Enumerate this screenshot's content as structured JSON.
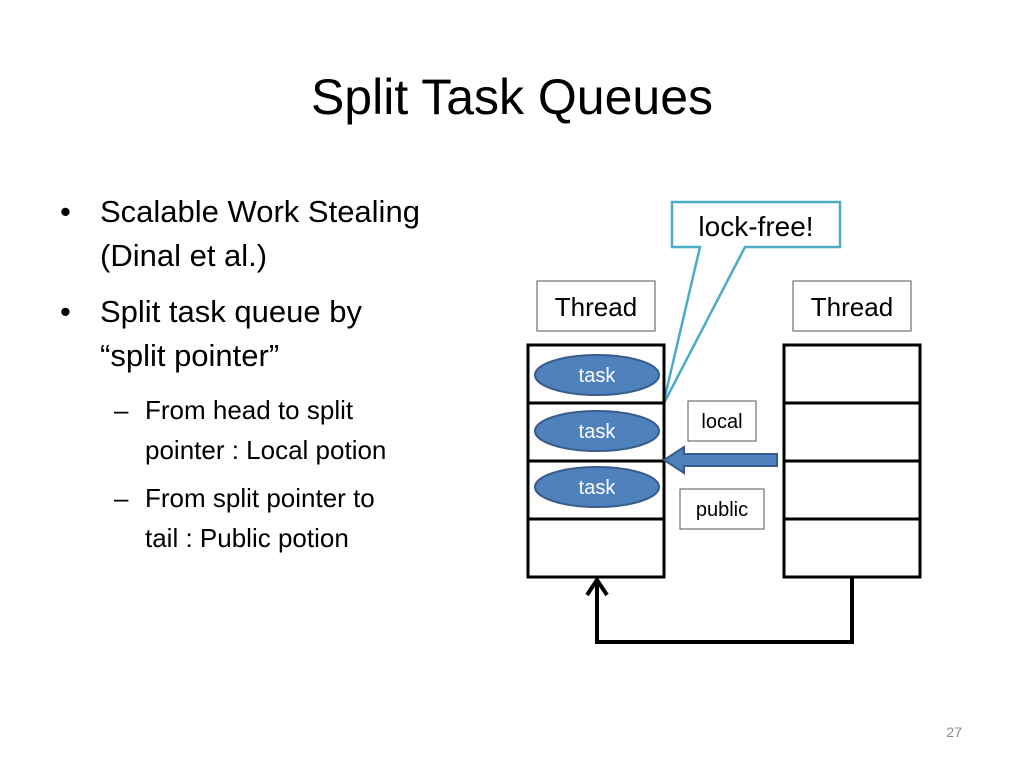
{
  "slide": {
    "title": "Split Task Queues",
    "page_number": "27"
  },
  "bullets": [
    {
      "text_lines": [
        "Scalable Work Stealing",
        "(Dinal et al.)"
      ]
    },
    {
      "text_lines": [
        "Split task queue by",
        "“split pointer”"
      ],
      "sub_items": [
        {
          "text_lines": [
            "From head to split",
            "pointer : Local potion"
          ]
        },
        {
          "text_lines": [
            "From split pointer to",
            "tail : Public potion"
          ]
        }
      ]
    }
  ],
  "diagram": {
    "callout_text": "lock-free!",
    "thread_left_label": "Thread",
    "thread_right_label": "Thread",
    "tasks": [
      "task",
      "task",
      "task"
    ],
    "local_label": "local",
    "public_label": "public",
    "colors": {
      "task_fill": "#4f81bd",
      "task_stroke": "#385d8a",
      "callout_border": "#4bacc6",
      "arrow_fill": "#4f81bd"
    }
  }
}
